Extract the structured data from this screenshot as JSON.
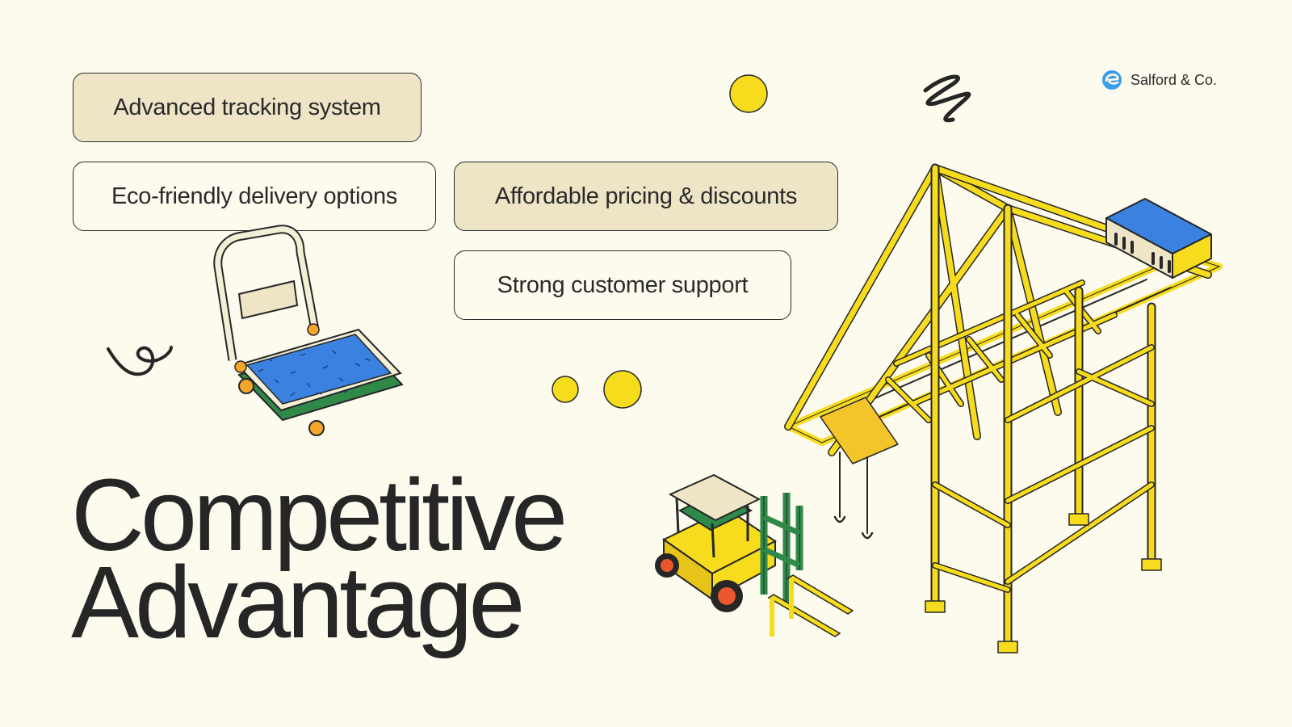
{
  "slide": {
    "title_line_1": "Competitive",
    "title_line_2": "Advantage"
  },
  "brand": {
    "name": "Salford & Co.",
    "logo_color": "#3b9ee8"
  },
  "features": [
    {
      "label": "Advanced tracking system",
      "style": "filled"
    },
    {
      "label": "Eco-friendly delivery options",
      "style": "outline"
    },
    {
      "label": "Affordable pricing & discounts",
      "style": "filled"
    },
    {
      "label": "Strong customer support",
      "style": "outline"
    }
  ],
  "colors": {
    "background": "#fdfaee",
    "pill_fill": "#ede5c6",
    "accent_yellow": "#f7dc1e",
    "accent_blue": "#3b82e0",
    "accent_green": "#2f8a4a",
    "text": "#262626"
  },
  "illustrations": [
    "hand-truck-cart-icon",
    "forklift-icon",
    "gantry-crane-icon"
  ]
}
